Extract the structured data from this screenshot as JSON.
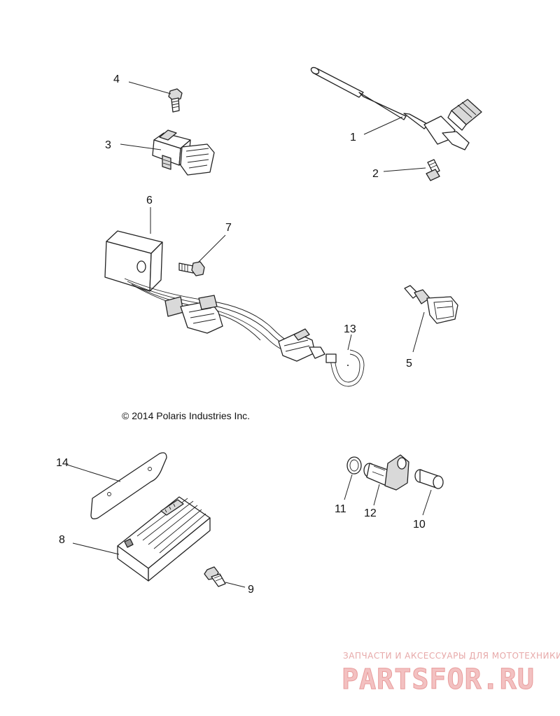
{
  "callouts": [
    "1",
    "2",
    "3",
    "4",
    "5",
    "6",
    "7",
    "8",
    "9",
    "10",
    "11",
    "12",
    "13",
    "14"
  ],
  "copyright": "© 2014 Polaris Industries Inc.",
  "watermark": {
    "tagline": "ЗАПЧАСТИ И АКСЕССУАРЫ ДЛЯ МОТОТЕХНИКИ",
    "brand": "PARTSFOR.RU"
  }
}
